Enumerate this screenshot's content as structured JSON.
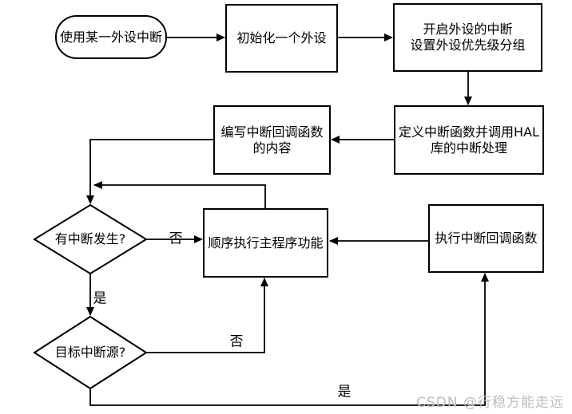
{
  "diagram": {
    "title_hint": "peripheral-interrupt-flowchart",
    "nodes": {
      "start": {
        "label": "使用某一外设中断"
      },
      "init": {
        "label": "初始化一个外设"
      },
      "enable": {
        "line1": "开启外设的中断",
        "line2": "设置外设优先级分组"
      },
      "define": {
        "line1": "定义中断函数并调用HAL",
        "line2": "库的中断处理"
      },
      "write": {
        "line1": "编写中断回调函数",
        "line2": "的内容"
      },
      "decision_interrupt": {
        "label": "有中断发生?"
      },
      "main": {
        "label": "顺序执行主程序功能"
      },
      "exec": {
        "label": "执行中断回调函数"
      },
      "decision_source": {
        "label": "目标中断源?"
      }
    },
    "edge_labels": {
      "interrupt_no": "否",
      "interrupt_yes": "是",
      "source_no": "否",
      "source_yes": "是"
    },
    "colors": {
      "line": "#000000",
      "node_fill": "#ffffff",
      "background": "#ffffff",
      "watermark": "#bcbcbc"
    }
  },
  "watermark": {
    "text": "CSDN @行稳方能走远"
  }
}
